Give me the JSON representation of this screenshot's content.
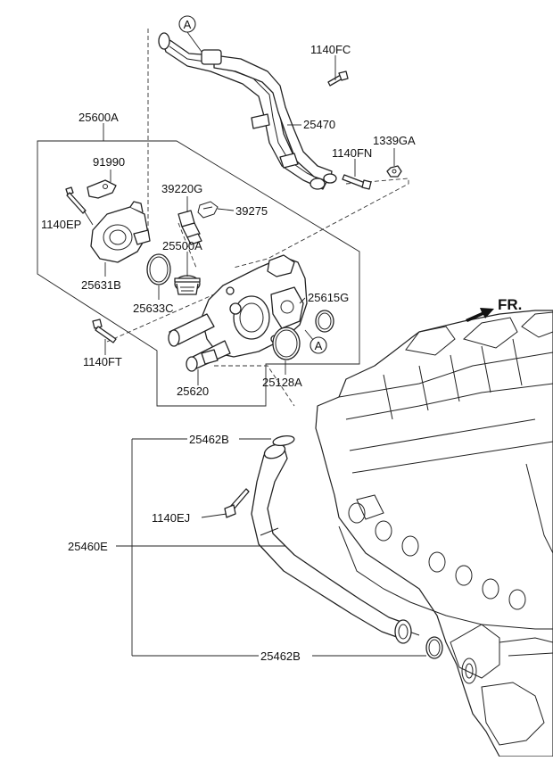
{
  "labels": {
    "p1140FC": "1140FC",
    "p25470": "25470",
    "p25600A": "25600A",
    "p1339GA": "1339GA",
    "p1140FN": "1140FN",
    "p91990": "91990",
    "p39220G": "39220G",
    "p39275": "39275",
    "p1140EP": "1140EP",
    "p25500A": "25500A",
    "p25631B": "25631B",
    "p25615G": "25615G",
    "p25633C": "25633C",
    "p1140FT": "1140FT",
    "p25128A": "25128A",
    "p25620": "25620",
    "p25462B_top": "25462B",
    "p1140EJ": "1140EJ",
    "p25460E": "25460E",
    "p25462B_bottom": "25462B"
  },
  "reference_marks": {
    "top": "A",
    "housing": "A"
  },
  "direction_indicator": {
    "label": "FR.",
    "icon": "front-direction-arrow-icon"
  }
}
